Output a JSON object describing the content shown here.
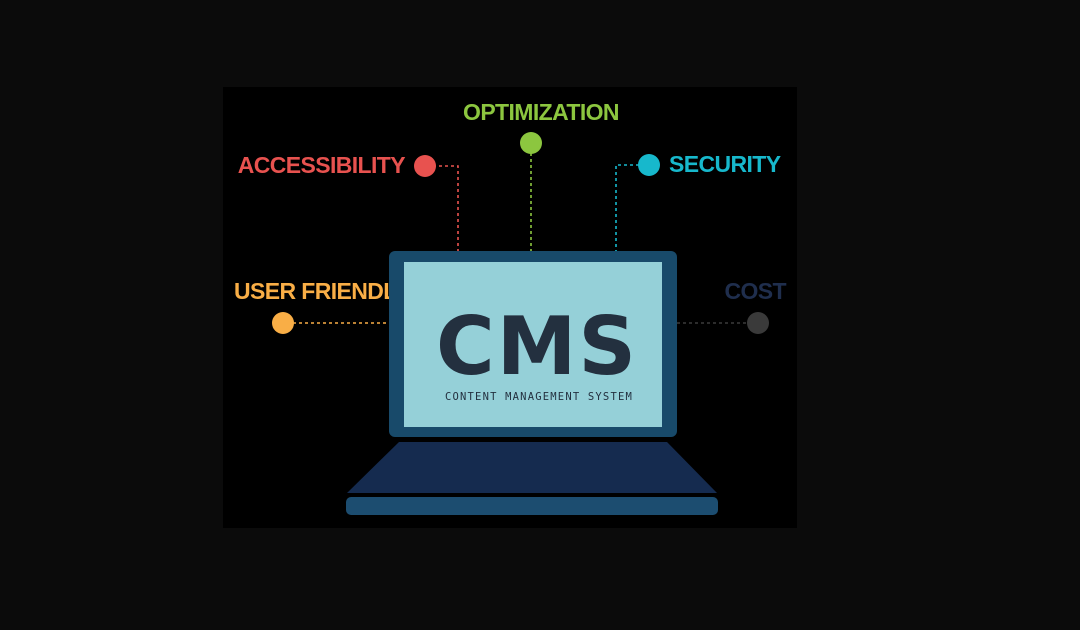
{
  "diagram": {
    "center": {
      "title": "CMS",
      "subtitle": "CONTENT MANAGEMENT SYSTEM"
    },
    "features": [
      {
        "id": "accessibility",
        "label": "ACCESSIBILITY",
        "color": "#e8524f"
      },
      {
        "id": "optimization",
        "label": "OPTIMIZATION",
        "color": "#8cc63f"
      },
      {
        "id": "security",
        "label": "SECURITY",
        "color": "#17b8cc"
      },
      {
        "id": "user-friendly",
        "label": "USER FRIENDLY",
        "color": "#f9ae46"
      },
      {
        "id": "cost",
        "label": "COST",
        "color": "#1f2e4d",
        "dot_color": "#3a3a3a"
      }
    ],
    "laptop_colors": {
      "frame": "#184a6a",
      "screen": "#95d0d8",
      "text": "#23303f",
      "base": "#152b4f",
      "base_edge": "#1c4d70"
    }
  }
}
